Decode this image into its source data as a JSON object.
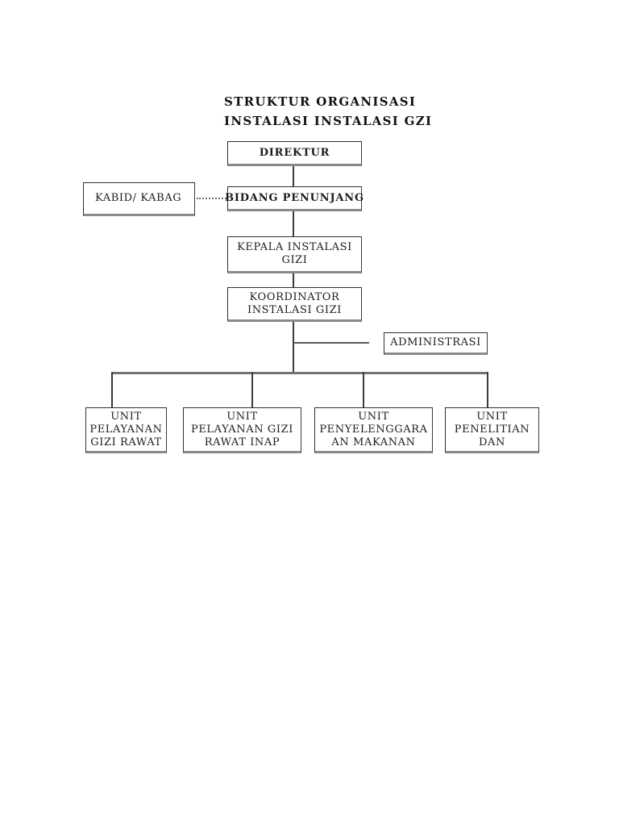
{
  "page": {
    "title_line1": "STRUKTUR ORGANISASI",
    "title_line2": "INSTALASI INSTALASI GZI"
  },
  "org_chart": {
    "type": "organizational-chart",
    "nodes": {
      "direktur": {
        "lines": [
          "DIREKTUR"
        ],
        "bold": true
      },
      "kabid_kabag": {
        "lines": [
          "KABID/ KABAG"
        ],
        "bold": false
      },
      "bidang_penunjang": {
        "lines": [
          "BIDANG PENUNJANG"
        ],
        "bold": true
      },
      "kepala_instalasi_gizi": {
        "lines": [
          "KEPALA INSTALASI",
          "GIZI"
        ],
        "bold": false
      },
      "koordinator_instalasi_gizi": {
        "lines": [
          "KOORDINATOR",
          "INSTALASI GIZI"
        ],
        "bold": false
      },
      "administrasi": {
        "lines": [
          "ADMINISTRASI"
        ],
        "bold": false
      },
      "unit_pelayanan_gizi_rawat": {
        "lines": [
          "UNIT",
          "PELAYANAN",
          "GIZI RAWAT"
        ],
        "bold": false
      },
      "unit_pelayanan_gizi_rawat_inap": {
        "lines": [
          "UNIT",
          "PELAYANAN GIZI",
          "RAWAT INAP"
        ],
        "bold": false
      },
      "unit_penyelenggaraan_makanan": {
        "lines": [
          "UNIT",
          "PENYELENGGARA",
          "AN MAKANAN"
        ],
        "bold": false
      },
      "unit_penelitian_dan": {
        "lines": [
          "UNIT",
          "PENELITIAN",
          "DAN"
        ],
        "bold": false
      }
    },
    "edges": [
      {
        "from": "DIREKTUR",
        "to": "BIDANG PENUNJANG",
        "style": "solid"
      },
      {
        "from": "KABID/ KABAG",
        "to": "BIDANG PENUNJANG",
        "style": "dotted"
      },
      {
        "from": "BIDANG PENUNJANG",
        "to": "KEPALA INSTALASI GIZI",
        "style": "solid"
      },
      {
        "from": "KEPALA INSTALASI GIZI",
        "to": "KOORDINATOR INSTALASI GIZI",
        "style": "solid"
      },
      {
        "from": "KOORDINATOR INSTALASI GIZI",
        "to": "ADMINISTRASI",
        "style": "solid"
      },
      {
        "from": "KOORDINATOR INSTALASI GIZI",
        "to": "UNIT PELAYANAN GIZI RAWAT",
        "style": "solid"
      },
      {
        "from": "KOORDINATOR INSTALASI GIZI",
        "to": "UNIT PELAYANAN GIZI RAWAT INAP",
        "style": "solid"
      },
      {
        "from": "KOORDINATOR INSTALASI GIZI",
        "to": "UNIT PENYELENGGARAAN MAKANAN",
        "style": "solid"
      },
      {
        "from": "KOORDINATOR INSTALASI GIZI",
        "to": "UNIT PENELITIAN DAN",
        "style": "solid"
      }
    ]
  },
  "colors": {
    "background": "#ffffff",
    "box_border": "#2e2e2e",
    "box_shadow": "#8a8a8a",
    "text": "#1c1c1c",
    "connector": "#5a5a5a"
  }
}
